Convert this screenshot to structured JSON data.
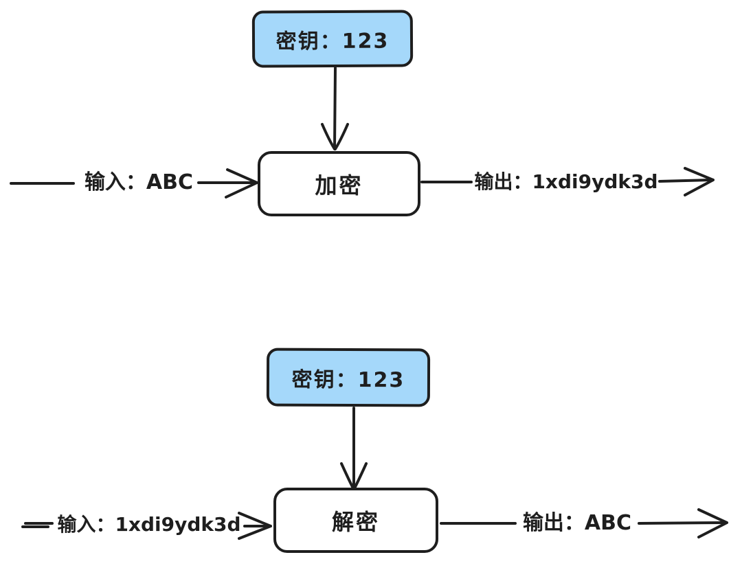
{
  "colors": {
    "stroke": "#1e1e1e",
    "key_fill": "#a5d8fa",
    "background": "#ffffff"
  },
  "encrypt_flow": {
    "key": "密钥：123",
    "process": "加密",
    "input": "输入：ABC",
    "output": "输出：1xdi9ydk3d"
  },
  "decrypt_flow": {
    "key": "密钥：123",
    "process": "解密",
    "input": "输入：1xdi9ydk3d",
    "output": "输出：ABC"
  }
}
